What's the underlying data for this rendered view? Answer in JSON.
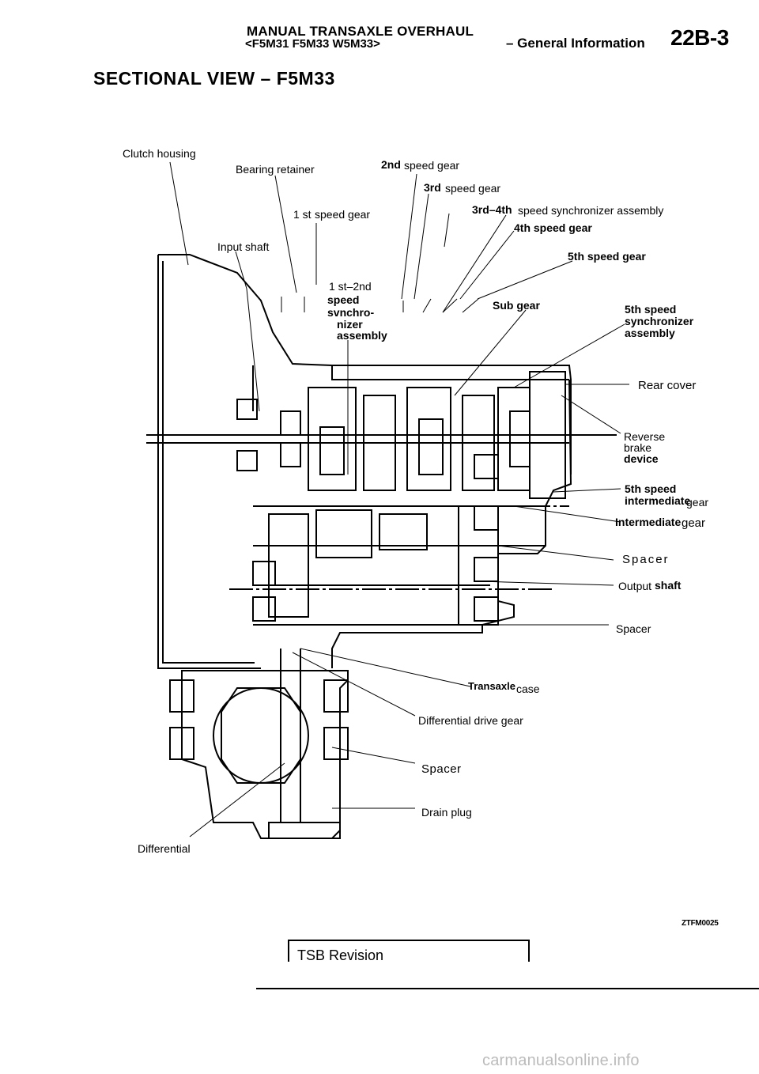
{
  "header": {
    "title": "MANUAL TRANSAXLE OVERHAUL",
    "models": "<F5M31  F5M33 W5M33>",
    "section": "– General Information",
    "page_code": "22B-3"
  },
  "section_title": "SECTIONAL VIEW – F5M33",
  "labels": {
    "clutch_housing": "Clutch housing",
    "bearing_retainer": "Bearing retainer",
    "second_speed_gear_a": "2nd",
    "second_speed_gear_b": "speed gear",
    "third_speed_gear_a": "3rd",
    "third_speed_gear_b": "speed gear",
    "first_speed_gear_a": "1 st",
    "first_speed_gear_b": "speed gear",
    "third_fourth_a": "3rd–4th",
    "third_fourth_b": "speed synchronizer assembly",
    "fourth_speed_gear": "4th speed gear",
    "input_shaft": "Input shaft",
    "fifth_speed_gear": "5th speed gear",
    "sync12_line1": "1 st–2nd",
    "sync12_line2": "speed",
    "sync12_line3": "svnchro-",
    "sync12_line4": "nizer",
    "sync12_line5": "assembly",
    "sub_gear": "Sub gear",
    "sync5_line1": "5th speed",
    "sync5_line2": "synchronizer",
    "sync5_line3": "assembly",
    "rear_cover": "Rear cover",
    "reverse_line1": "Reverse",
    "reverse_line2": "brake",
    "reverse_line3": "device",
    "fifth_int_line1": "5th speed",
    "fifth_int_line2a": "intermediate",
    "fifth_int_line2b": "gear",
    "intermediate_a": "Intermediate",
    "intermediate_b": "gear",
    "spacer_upper": "Spacer",
    "output_a": "Output",
    "output_b": "shaft",
    "spacer_mid": "Spacer",
    "transaxle_a": "Transaxle",
    "transaxle_b": "case",
    "diff_drive_gear": "Differential drive gear",
    "spacer_lower": "Spacer",
    "drain_plug": "Drain plug",
    "differential": "Differential"
  },
  "figure_code": "ZTFM0025",
  "footer": {
    "tsb": "TSB Revision",
    "watermark": "carmanualsonline.info"
  }
}
